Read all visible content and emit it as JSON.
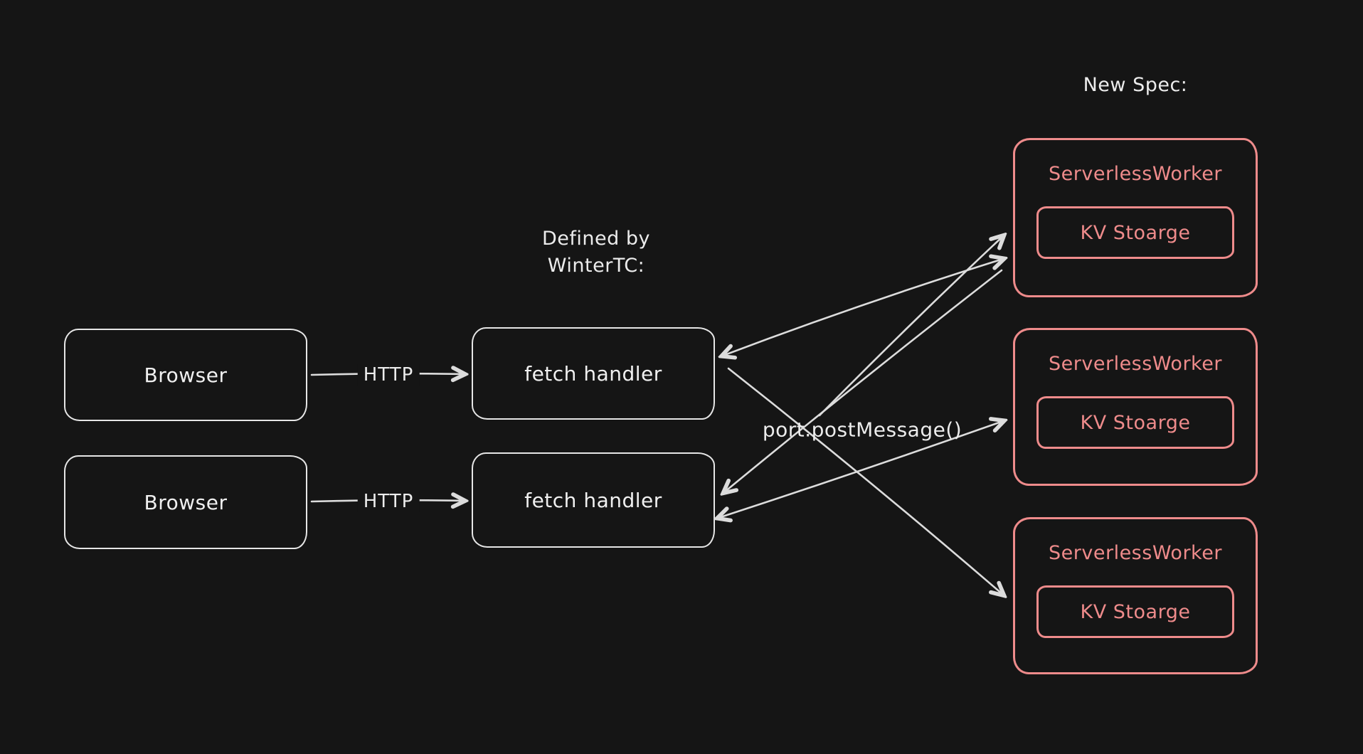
{
  "diagram": {
    "type": "flow-diagram",
    "background_color": "#151515",
    "stroke_light": "#e6e6e6",
    "stroke_accent": "#ee8b8b",
    "titles": {
      "new_spec": "New Spec:",
      "defined_by_line1": "Defined by",
      "defined_by_line2": "WinterTC:"
    },
    "labels": {
      "http_top": "HTTP",
      "http_bottom": "HTTP",
      "post_message": "port.postMessage()"
    },
    "browsers": [
      {
        "label": "Browser"
      },
      {
        "label": "Browser"
      }
    ],
    "fetch_handlers": [
      {
        "label": "fetch handler"
      },
      {
        "label": "fetch handler"
      }
    ],
    "workers": [
      {
        "label": "ServerlessWorker",
        "inner": "KV Stoarge"
      },
      {
        "label": "ServerlessWorker",
        "inner": "KV Stoarge"
      },
      {
        "label": "ServerlessWorker",
        "inner": "KV Stoarge"
      }
    ]
  }
}
